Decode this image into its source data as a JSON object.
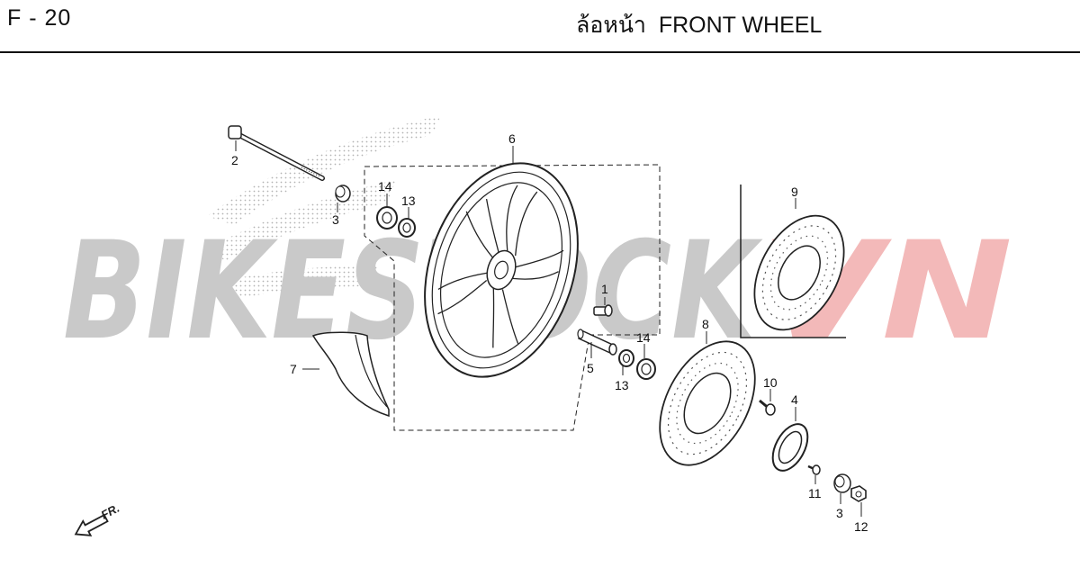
{
  "header": {
    "code": "F - 20",
    "title": "ล้อหน้า  FRONT WHEEL"
  },
  "watermark": {
    "text_gray": "BIKESTOCK",
    "text_red": "VN",
    "color_gray": "#c9c9c9",
    "color_red": "#f3b9b9"
  },
  "direction": {
    "label": "FR."
  },
  "callouts": {
    "c1": "1",
    "c2": "2",
    "c3a": "3",
    "c3b": "3",
    "c4": "4",
    "c5": "5",
    "c6": "6",
    "c7": "7",
    "c8": "8",
    "c9": "9",
    "c10": "10",
    "c11": "11",
    "c12": "12",
    "c13a": "13",
    "c13b": "13",
    "c14a": "14",
    "c14b": "14"
  }
}
